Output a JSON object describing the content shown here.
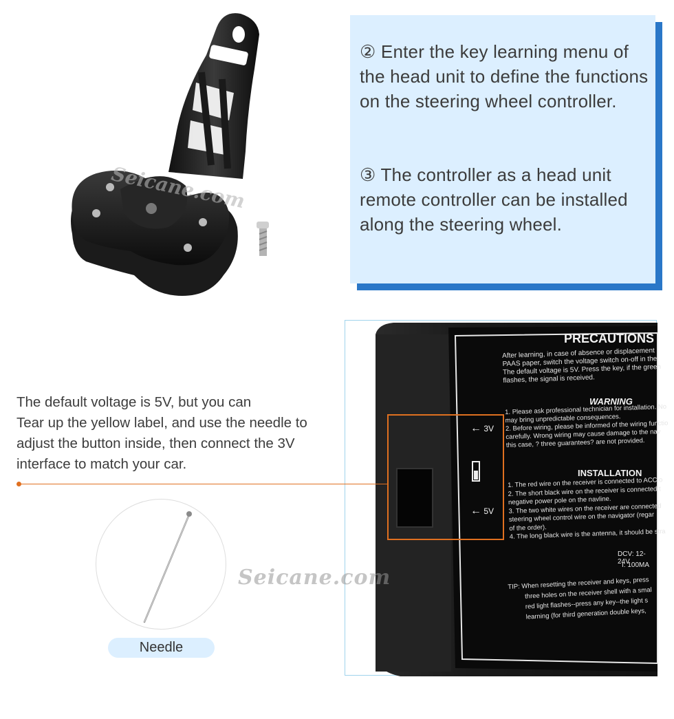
{
  "info_box": {
    "step2_text": "② Enter the key learning menu of the head unit to define the functions on the steering wheel controller.",
    "step3_text": "③ The controller as a head unit remote controller can be installed along the steering wheel."
  },
  "description": {
    "line1": "The default voltage is 5V, but you can",
    "line2": "Tear up the yellow label, and use the needle to",
    "line3": "adjust the button inside, then connect the 3V",
    "line4": "interface to match your car."
  },
  "needle_label": "Needle",
  "watermarks": {
    "top": "Seicane.com",
    "bottom": "Seicane.com"
  },
  "receiver_label": {
    "precautions_title": "PRECAUTIONS",
    "precautions_lines": [
      "After learning, in case of absence or displacement",
      "PAAS paper, switch the voltage switch on-off in the",
      "The default voltage is 5V. Press the key, if the green",
      "flashes, the signal is received."
    ],
    "warning_title": "WARNING",
    "warning_lines": [
      "1. Please ask professional technician for installation. No",
      "may bring unpredictable consequences.",
      "2. Before wiring, please be informed of the wiring functio",
      "carefully. Wrong wiring may cause damage to the nav",
      "this case, ? three guarantees? are not provided."
    ],
    "installation_title": "INSTALLATION",
    "installation_lines": [
      "1. The red wire on the receiver is connected to ACC o",
      "2. The short black wire on the receiver is connected t",
      "negative power pole on the navline.",
      "3. The two white wires on the receiver are connected",
      "steering wheel control wire on the navigator (regar",
      "of the order).",
      "4. The long black wire is the antenna, it should be stra"
    ],
    "spec_dcv": "DCV: 12-24V",
    "spec_current": "I: 100MA",
    "tip_lines": [
      "TIP: When resetting the receiver and keys, press",
      "three holes on the receiver shell with a smal",
      "red light flashes--press any key--the light s",
      "learning (for third generation double keys,"
    ],
    "switch_3v": "3V",
    "switch_5v": "5V"
  },
  "colors": {
    "info_bg": "#dcefff",
    "info_shadow": "#2a77c8",
    "callout": "#e07020",
    "frame_border": "#9fd3ec"
  }
}
